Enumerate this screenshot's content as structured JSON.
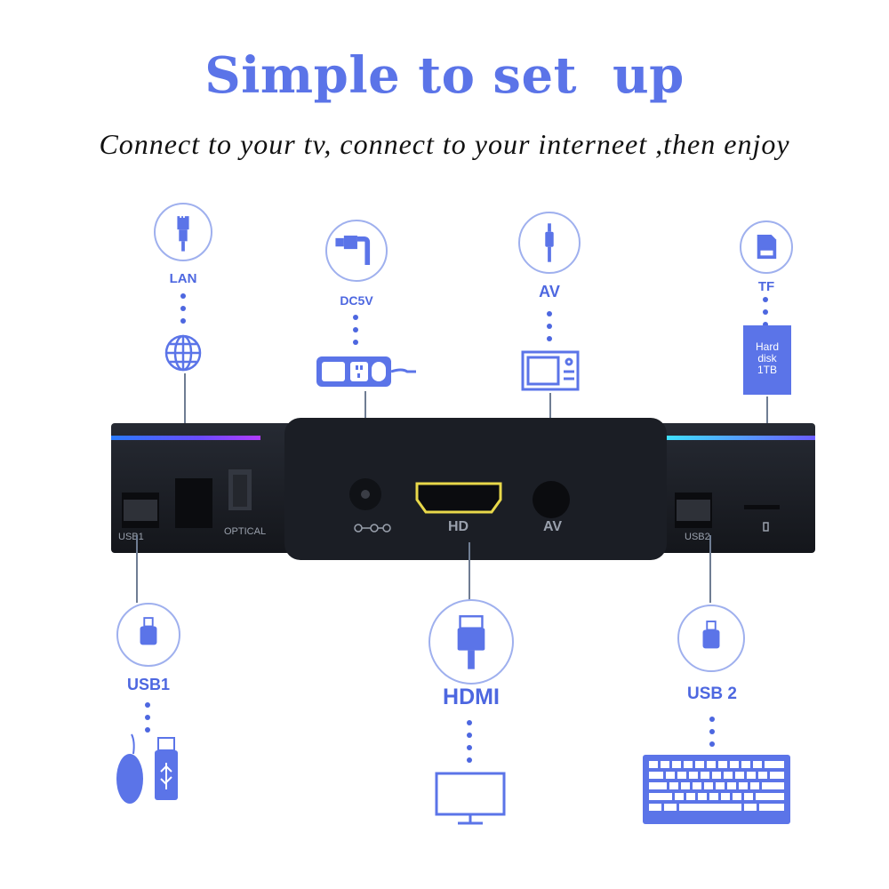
{
  "header": {
    "title": "Simple to set  up",
    "subtitle": "Connect to your tv, connect to your interneet ,then enjoy"
  },
  "connections": {
    "lan": "LAN",
    "dc5v": "DC5V",
    "av": "AV",
    "tf": "TF",
    "usb1": "USB1",
    "hdmi": "HDMI",
    "usb2": "USB 2"
  },
  "hard_disk": {
    "line1": "Hard",
    "line2": "disk",
    "line3": "1TB"
  },
  "box_ports": {
    "usb1": "USB1",
    "optical": "OPTICAL",
    "hd": "HD",
    "av": "AV",
    "usb2": "USB2"
  },
  "colors": {
    "accent": "#4d67e0",
    "title": "#5b74e8",
    "device": "#1c1f27"
  },
  "icons": [
    "lan-cable-icon",
    "globe-icon",
    "dc-plug-icon",
    "power-strip-icon",
    "av-jack-icon",
    "tv-icon",
    "sd-card-icon",
    "usb-plug-icon",
    "mouse-icon",
    "usb-drive-icon",
    "hdmi-plug-icon",
    "monitor-icon",
    "keyboard-icon"
  ]
}
